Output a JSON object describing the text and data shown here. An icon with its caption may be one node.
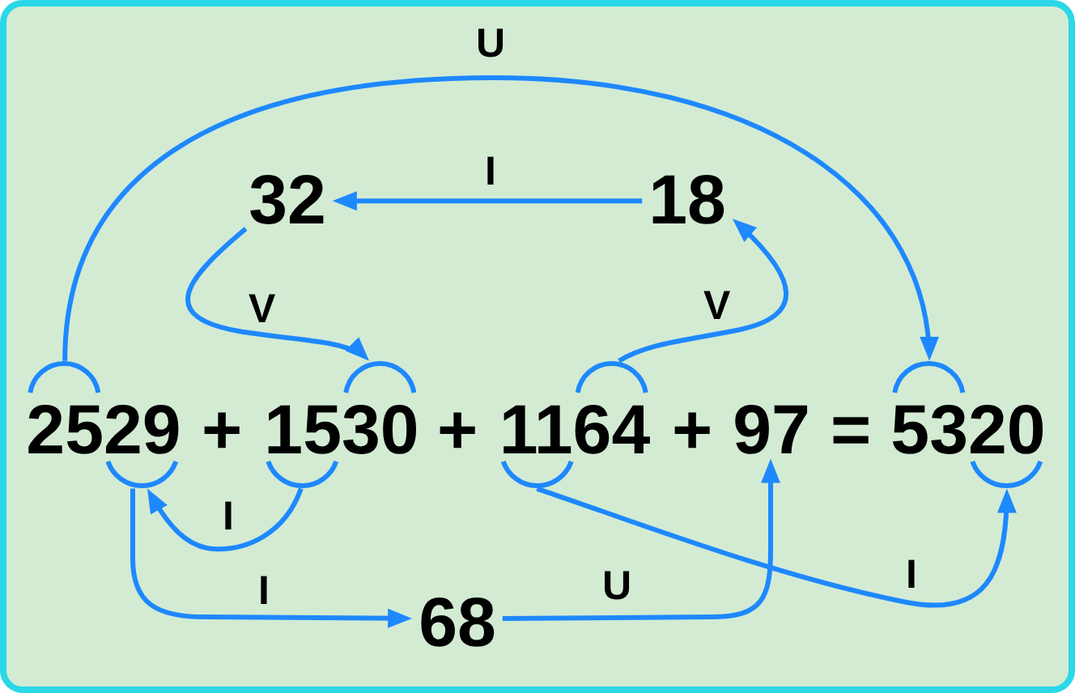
{
  "diagram": {
    "nodes": [
      {
        "text": [
          "32"
        ]
      },
      {
        "text": [
          "18"
        ]
      },
      {
        "text": [
          "2529"
        ]
      },
      {
        "text": [
          "1530"
        ]
      },
      {
        "text": [
          "1164"
        ]
      },
      {
        "text": [
          "97"
        ]
      },
      {
        "text": [
          "5320"
        ]
      },
      {
        "text": [
          "68"
        ]
      }
    ],
    "edges": [
      {
        "from": 2,
        "to": 6,
        "arrow": "to",
        "label": "U"
      },
      {
        "from": 1,
        "to": 0,
        "arrow": "to",
        "label": "I"
      },
      {
        "from": 0,
        "to": 3,
        "arrow": "to",
        "label": "V"
      },
      {
        "from": 4,
        "to": 1,
        "arrow": "to",
        "label": "V"
      },
      {
        "from": 3,
        "to": 2,
        "arrow": "to",
        "label": "I"
      },
      {
        "from": 2,
        "to": 7,
        "arrow": "to",
        "label": "I"
      },
      {
        "from": 7,
        "to": 5,
        "arrow": "to",
        "label": "U"
      },
      {
        "from": 4,
        "to": 6,
        "arrow": "to",
        "label": "I"
      }
    ],
    "labels": [
      "+",
      "+",
      "+",
      "="
    ]
  }
}
